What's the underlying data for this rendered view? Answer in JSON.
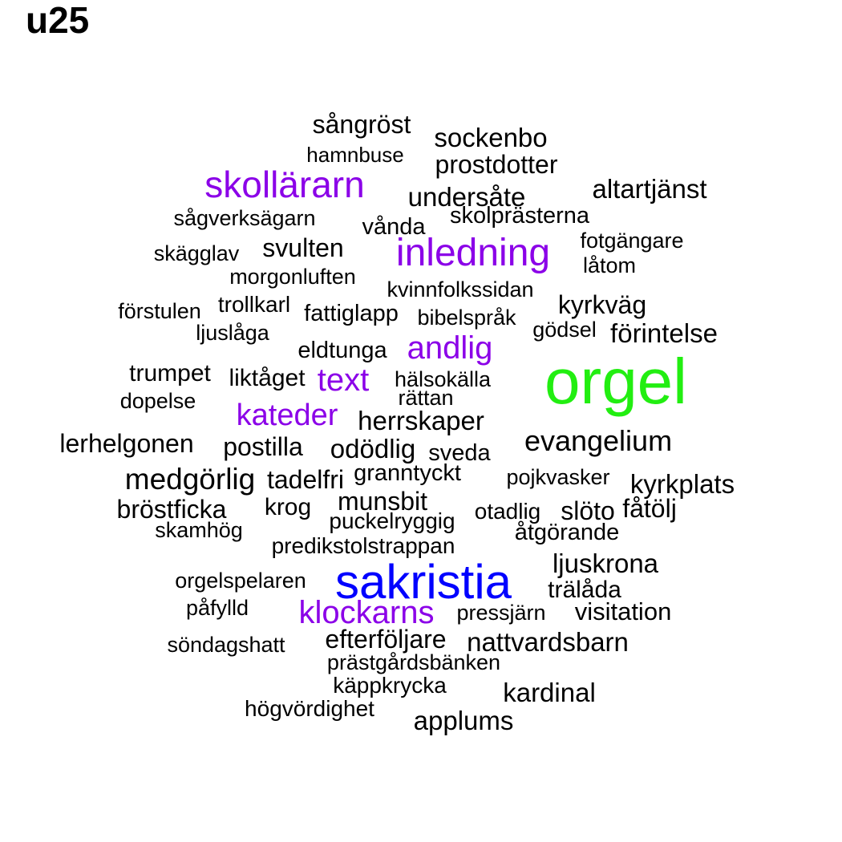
{
  "title": "u25",
  "colors": {
    "black": "#000000",
    "purple": "#8b00e8",
    "blue": "#0000ff",
    "green": "#22ee11"
  },
  "words": [
    {
      "text": "orgel",
      "color": "green"
    },
    {
      "text": "sakristia",
      "color": "blue"
    },
    {
      "text": "inledning",
      "color": "purple"
    },
    {
      "text": "skollärarn",
      "color": "purple"
    },
    {
      "text": "klockarns",
      "color": "purple"
    },
    {
      "text": "kateder",
      "color": "purple"
    },
    {
      "text": "andlig",
      "color": "purple"
    },
    {
      "text": "text",
      "color": "purple"
    },
    {
      "text": "sångröst",
      "color": "black"
    },
    {
      "text": "sockenbo",
      "color": "black"
    },
    {
      "text": "hamnbuse",
      "color": "black"
    },
    {
      "text": "prostdotter",
      "color": "black"
    },
    {
      "text": "altartjänst",
      "color": "black"
    },
    {
      "text": "undersåte",
      "color": "black"
    },
    {
      "text": "sågverksägarn",
      "color": "black"
    },
    {
      "text": "skolprästerna",
      "color": "black"
    },
    {
      "text": "vånda",
      "color": "black"
    },
    {
      "text": "fotgängare",
      "color": "black"
    },
    {
      "text": "svulten",
      "color": "black"
    },
    {
      "text": "skägglav",
      "color": "black"
    },
    {
      "text": "låtom",
      "color": "black"
    },
    {
      "text": "morgonluften",
      "color": "black"
    },
    {
      "text": "kvinnfolkssidan",
      "color": "black"
    },
    {
      "text": "kyrkväg",
      "color": "black"
    },
    {
      "text": "förstulen",
      "color": "black"
    },
    {
      "text": "trollkarl",
      "color": "black"
    },
    {
      "text": "fattiglapp",
      "color": "black"
    },
    {
      "text": "bibelspråk",
      "color": "black"
    },
    {
      "text": "gödsel",
      "color": "black"
    },
    {
      "text": "förintelse",
      "color": "black"
    },
    {
      "text": "ljuslåga",
      "color": "black"
    },
    {
      "text": "eldtunga",
      "color": "black"
    },
    {
      "text": "trumpet",
      "color": "black"
    },
    {
      "text": "liktåget",
      "color": "black"
    },
    {
      "text": "hälsokälla",
      "color": "black"
    },
    {
      "text": "dopelse",
      "color": "black"
    },
    {
      "text": "rättan",
      "color": "black"
    },
    {
      "text": "herrskaper",
      "color": "black"
    },
    {
      "text": "evangelium",
      "color": "black"
    },
    {
      "text": "lerhelgonen",
      "color": "black"
    },
    {
      "text": "postilla",
      "color": "black"
    },
    {
      "text": "odödlig",
      "color": "black"
    },
    {
      "text": "sveda",
      "color": "black"
    },
    {
      "text": "medgörlig",
      "color": "black"
    },
    {
      "text": "tadelfri",
      "color": "black"
    },
    {
      "text": "granntyckt",
      "color": "black"
    },
    {
      "text": "pojkvasker",
      "color": "black"
    },
    {
      "text": "kyrkplats",
      "color": "black"
    },
    {
      "text": "bröstficka",
      "color": "black"
    },
    {
      "text": "krog",
      "color": "black"
    },
    {
      "text": "munsbit",
      "color": "black"
    },
    {
      "text": "otadlig",
      "color": "black"
    },
    {
      "text": "slöto",
      "color": "black"
    },
    {
      "text": "fåtölj",
      "color": "black"
    },
    {
      "text": "skamhög",
      "color": "black"
    },
    {
      "text": "puckelryggig",
      "color": "black"
    },
    {
      "text": "åtgörande",
      "color": "black"
    },
    {
      "text": "predikstolstrappan",
      "color": "black"
    },
    {
      "text": "ljuskrona",
      "color": "black"
    },
    {
      "text": "orgelspelaren",
      "color": "black"
    },
    {
      "text": "trälåda",
      "color": "black"
    },
    {
      "text": "påfylld",
      "color": "black"
    },
    {
      "text": "pressjärn",
      "color": "black"
    },
    {
      "text": "visitation",
      "color": "black"
    },
    {
      "text": "efterföljare",
      "color": "black"
    },
    {
      "text": "nattvardsbarn",
      "color": "black"
    },
    {
      "text": "söndagshatt",
      "color": "black"
    },
    {
      "text": "prästgårdsbänken",
      "color": "black"
    },
    {
      "text": "käppkrycka",
      "color": "black"
    },
    {
      "text": "kardinal",
      "color": "black"
    },
    {
      "text": "högvördighet",
      "color": "black"
    },
    {
      "text": "applums",
      "color": "black"
    }
  ]
}
